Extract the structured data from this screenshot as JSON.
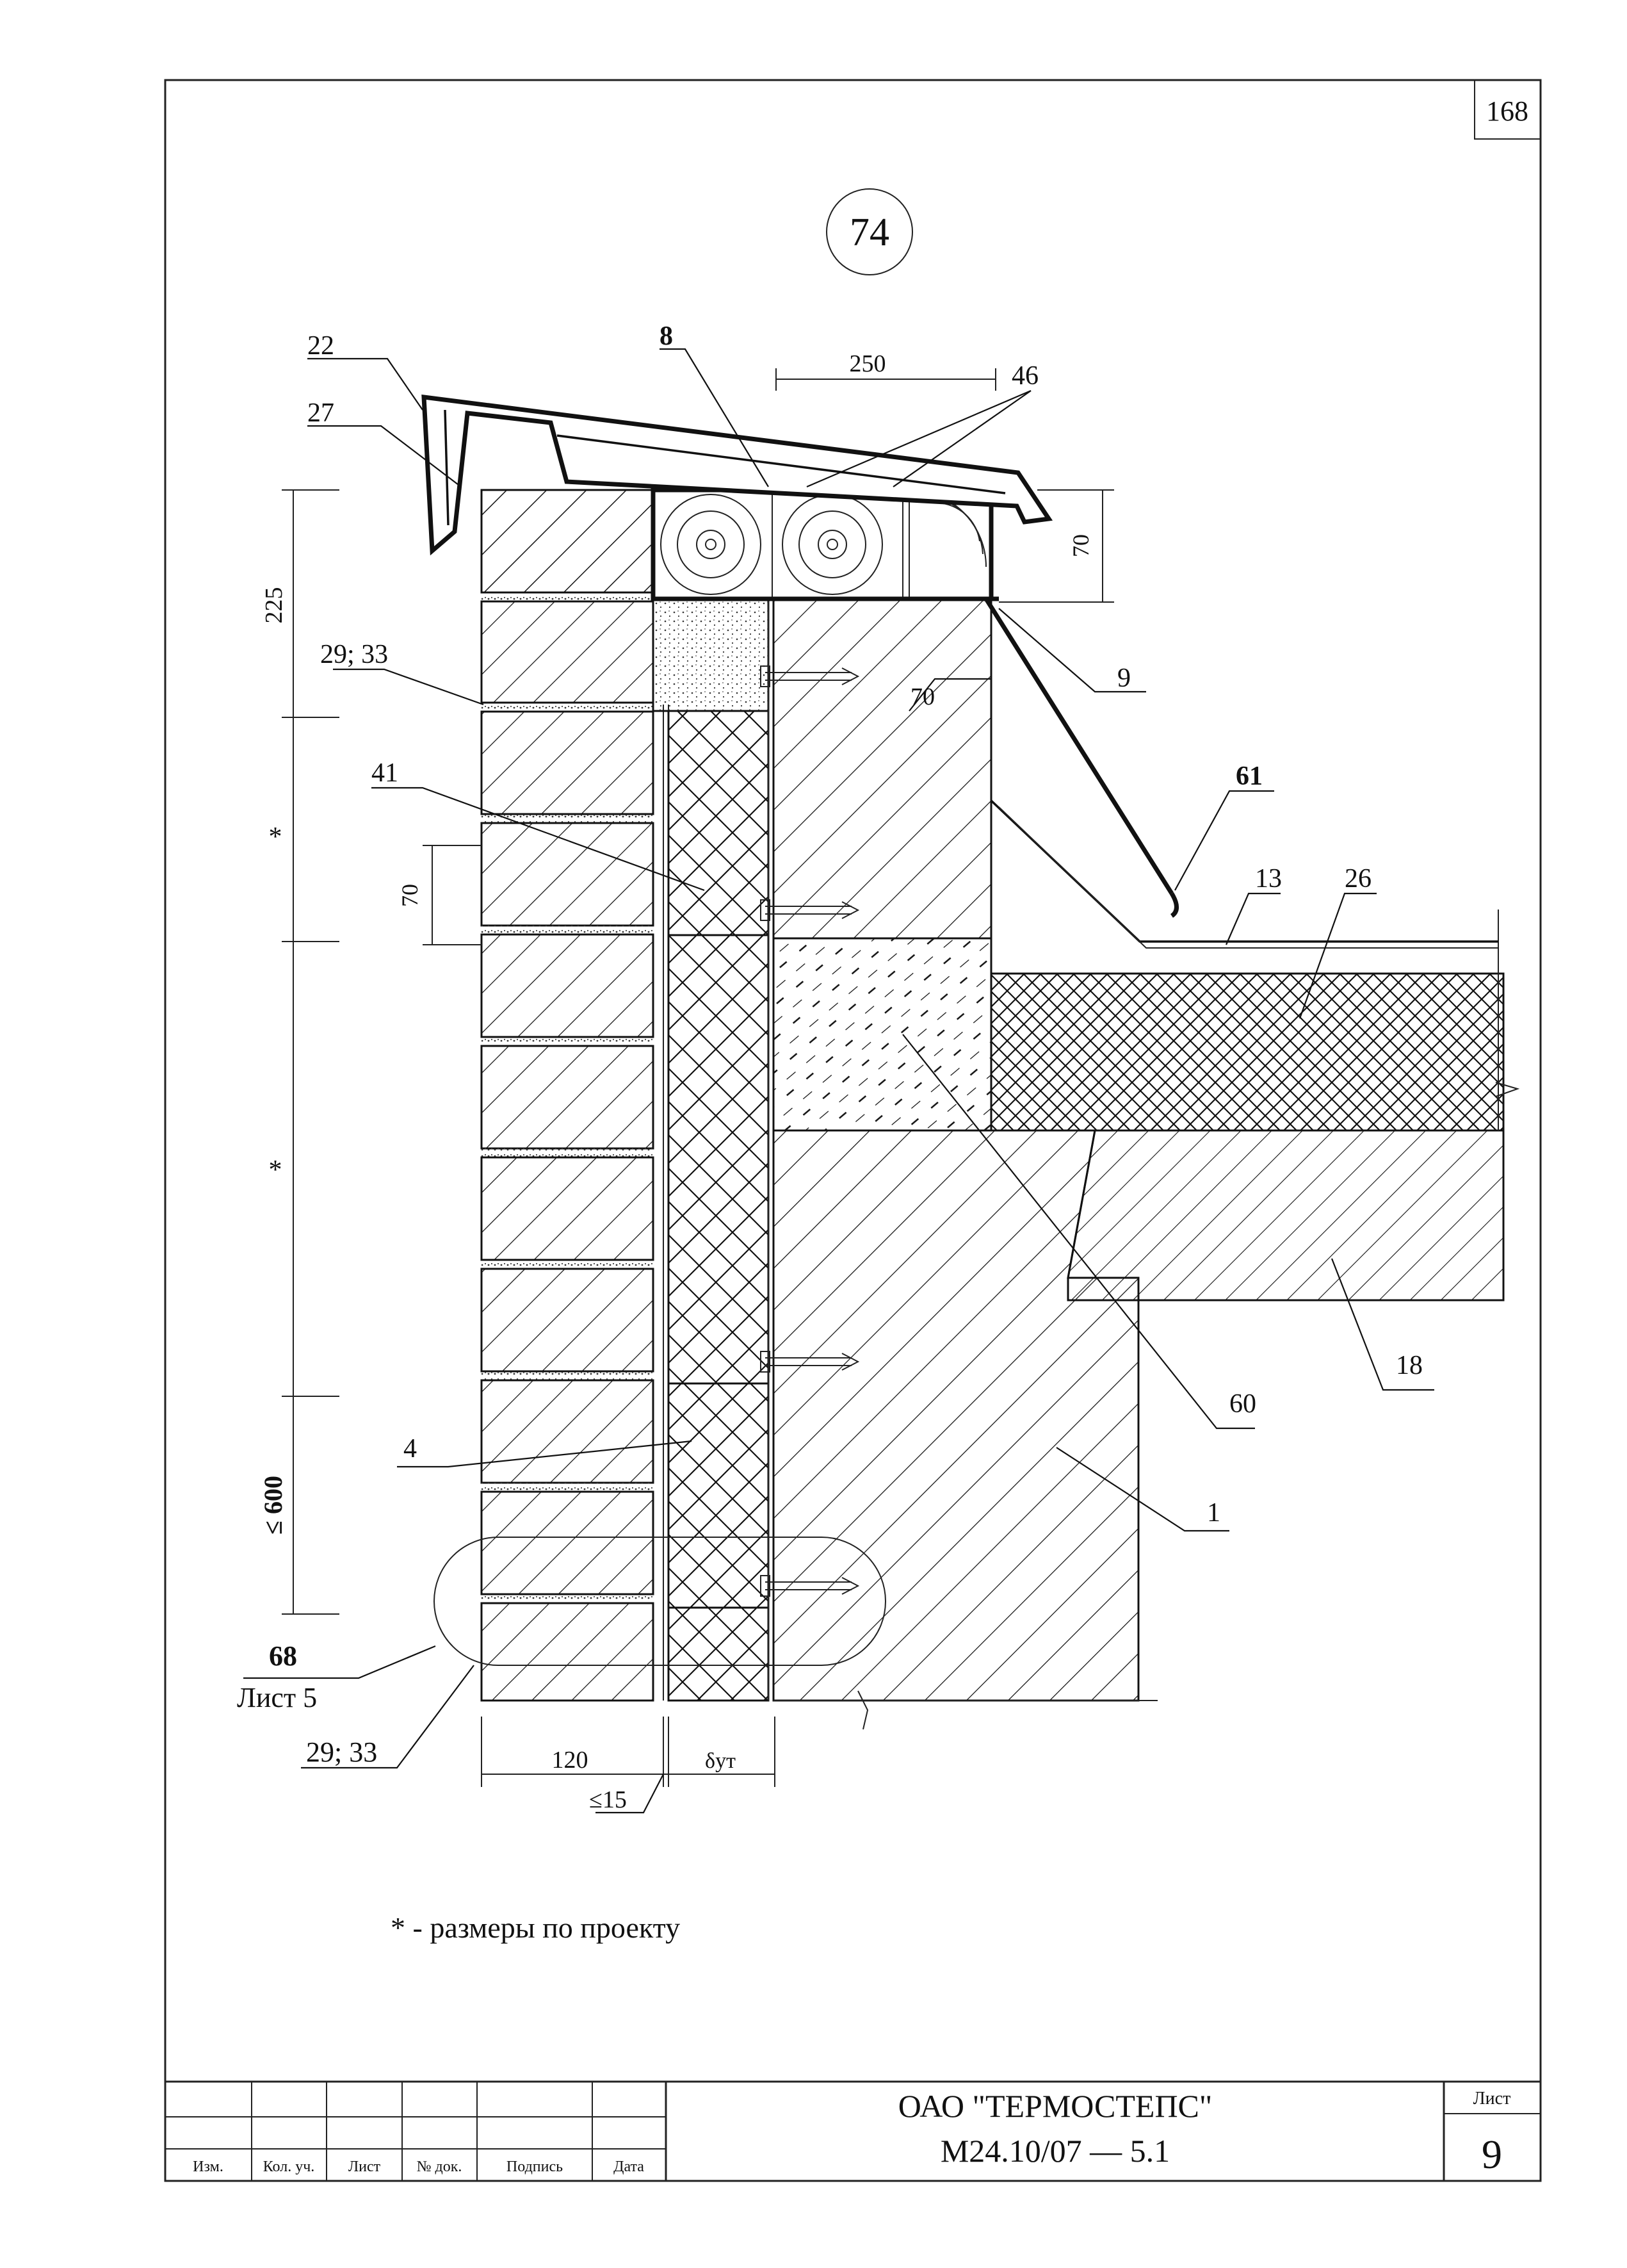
{
  "sheet_corner_number": "168",
  "detail_number": "74",
  "labels": {
    "l22": "22",
    "l27": "27",
    "l8": "8",
    "l46": "46",
    "l250": "250",
    "l70_top": "70",
    "l9": "9",
    "l70_mid": "70",
    "l61": "61",
    "l13": "13",
    "l26": "26",
    "l29_33_top": "29; 33",
    "l41": "41",
    "l70_left": "70",
    "l225": "225",
    "l_star1": "*",
    "l_star2": "*",
    "l600": "≤ 600",
    "l60": "60",
    "l18": "18",
    "l4": "4",
    "l1": "1",
    "l68": "68",
    "l_list5": "Лист 5",
    "l29_33_bot": "29; 33",
    "l120": "120",
    "l15": "≤15",
    "l_delta": "δут"
  },
  "note": "* - размеры по проекту",
  "title_block": {
    "headers": [
      "Изм.",
      "Кол. уч.",
      "Лист",
      "№ док.",
      "Подпись",
      "Дата"
    ],
    "organization": "ОАО \"ТЕРМОСТЕПС\"",
    "document_code": "М24.10/07   —  5.1",
    "sheet_label": "Лист",
    "sheet_number": "9"
  }
}
